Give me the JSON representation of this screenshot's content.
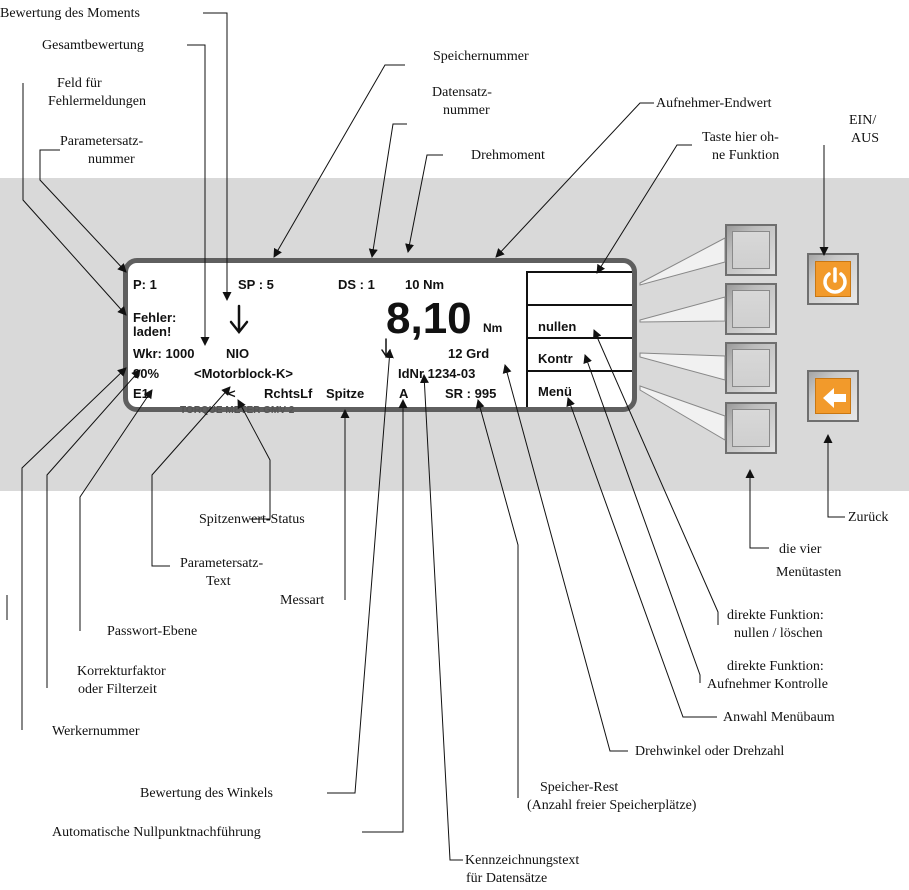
{
  "display": {
    "p": "P: 1",
    "sp": "SP : 5",
    "ds": "DS : 1",
    "endwert": "10  Nm",
    "fehler_1": "Fehler:",
    "fehler_2": "laden!",
    "torque_value": "8,10",
    "torque_unit": "Nm",
    "wkr": "Wkr: 1000",
    "nio": "NIO",
    "angle": "12  Grd",
    "percent": "90%",
    "parameter_text": "<Motorblock-K>",
    "idnr": "IdNr 1234-03",
    "e1": "E1",
    "peak_status": "<",
    "direction": "RchtsLf",
    "mode": "Spitze",
    "auto_zero": "A",
    "sr": "SR : 995",
    "brand": "TORQUE METER GMV 2",
    "menu_nullen": "nullen",
    "menu_kontr": "Kontr",
    "menu_menu": "Menü"
  },
  "annotations": {
    "bewertung_moment": "Bewertung  des Moments",
    "gesamtbewertung": "Gesamtbewertung",
    "feld_fehler_1": "Feld für",
    "feld_fehler_2": "Fehlermeldungen",
    "parametersatz_nr_1": "Parametersatz-",
    "parametersatz_nr_2": "nummer",
    "speichernummer": "Speichernummer",
    "datensatz_1": "Datensatz-",
    "datensatz_2": "nummer",
    "drehmoment": "Drehmoment",
    "aufnehmer_endwert": "Aufnehmer-Endwert",
    "taste_ohne_1": "Taste hier oh-",
    "taste_ohne_2": "ne Funktion",
    "ein_aus_1": "EIN/",
    "ein_aus_2": "AUS",
    "spitzenwert_status": "Spitzenwert-Status",
    "parametersatz_text_1": "Parametersatz-",
    "parametersatz_text_2": "Text",
    "messart": "Messart",
    "passwort_ebene": "Passwort-Ebene",
    "korrektur_1": "Korrekturfaktor",
    "korrektur_2": "oder Filterzeit",
    "werkernummer": "Werkernummer",
    "bewertung_winkel": "Bewertung des Winkels",
    "auto_null": "Automatische Nullpunktnachführung",
    "kennzeichnung_1": "Kennzeichnungstext",
    "kennzeichnung_2": "für Datensätze",
    "speicher_rest_1": "Speicher-Rest",
    "speicher_rest_2": "(Anzahl freier Speicherplätze)",
    "drehwinkel": "Drehwinkel oder Drehzahl",
    "anwahl_menu": "Anwahl Menübaum",
    "direkt_kontrolle_1": "direkte Funktion:",
    "direkt_kontrolle_2": "Aufnehmer Kontrolle",
    "direkt_nullen_1": "direkte Funktion:",
    "direkt_nullen_2": "nullen / löschen",
    "menutasten_1": "die vier",
    "menutasten_2": "Menütasten",
    "zurueck": "Zurück"
  },
  "colors": {
    "band": "#d9d9d9",
    "lcd_frame": "#5f5f5f",
    "accent": "#f29a2b"
  },
  "icons": [
    "power-icon",
    "back-arrow-icon"
  ]
}
